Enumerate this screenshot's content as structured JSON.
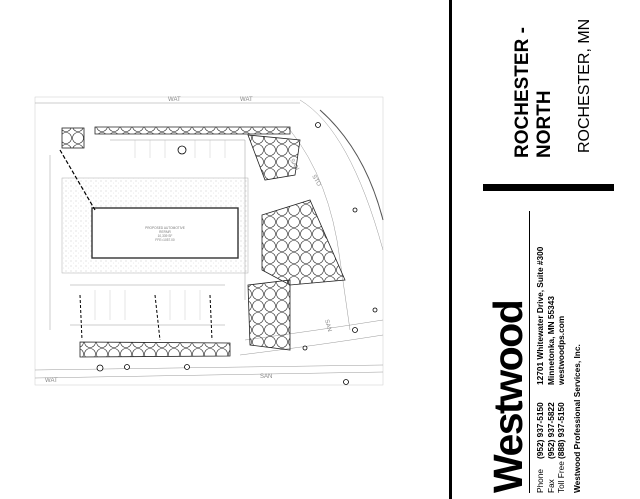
{
  "drawing": {
    "building_label": [
      "PROPOSED AUTOMOTIVE",
      "REPAIR",
      "10,339 SF",
      "FFE=1057.00"
    ],
    "utility_labels": {
      "water": "WAT",
      "sanitary": "SAN",
      "storm": "STO"
    }
  },
  "title_block": {
    "logo": "Westwood",
    "contacts": [
      {
        "label": "Phone",
        "value": "(952) 937-5150",
        "address": "12701 Whitewater Drive, Suite #300"
      },
      {
        "label": "Fax",
        "value": "(952) 937-5822",
        "address": "Minnetonka, MN 55343"
      },
      {
        "label": "Toll Free",
        "value": "(888) 937-5150",
        "address": "westwoodps.com"
      }
    ],
    "company": "Westwood Professional Services, Inc.",
    "project_line1": "ROCHESTER -",
    "project_line2": "NORTH",
    "location": "ROCHESTER, MN"
  }
}
